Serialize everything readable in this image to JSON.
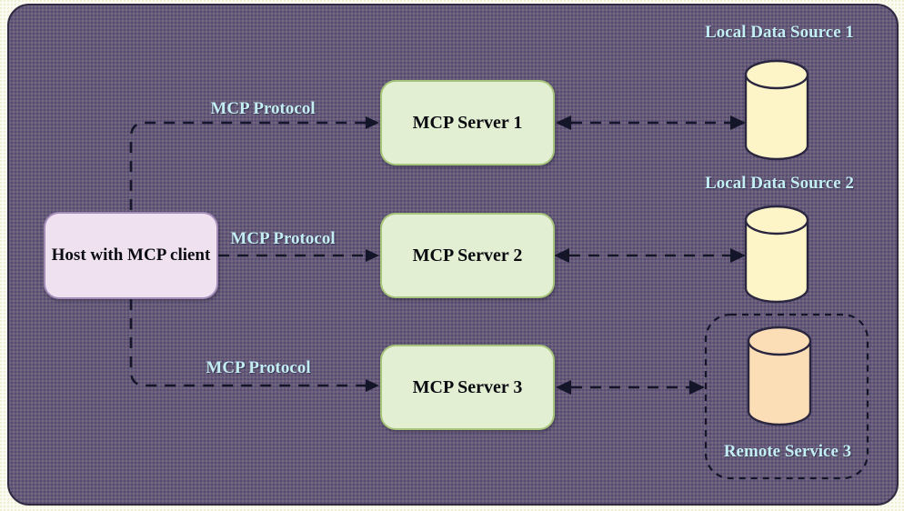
{
  "diagram": {
    "nodes": {
      "host": {
        "label": "Host with MCP client"
      },
      "servers": [
        {
          "label": "MCP Server 1"
        },
        {
          "label": "MCP Server 2"
        },
        {
          "label": "MCP Server 3"
        }
      ],
      "data_sources": [
        {
          "label": "Local Data Source 1",
          "icon": "database-cylinder-icon"
        },
        {
          "label": "Local Data Source 2",
          "icon": "database-cylinder-icon"
        },
        {
          "label": "Remote Service 3",
          "icon": "database-cylinder-icon",
          "container": "dashed-boundary"
        }
      ]
    },
    "edges": {
      "protocol_labels": [
        "MCP Protocol",
        "MCP Protocol",
        "MCP Protocol"
      ],
      "host_to_servers": "dashed-arrow-one-way",
      "servers_to_sources": "dashed-arrow-two-way"
    },
    "colors": {
      "panel_background": "#665a7d",
      "panel_border": "#2f2942",
      "outer_background": "#fcfbf2",
      "host_fill": "#efe1f0",
      "host_border": "#a38cb8",
      "server_fill": "#e3efd2",
      "server_border": "#a6c47a",
      "local_cylinder_fill": "#fdf5c8",
      "remote_cylinder_fill": "#fcdeb6",
      "wire_color": "#15152a",
      "label_cyan": "#c3eef3",
      "node_text": "#0b0b12"
    }
  }
}
